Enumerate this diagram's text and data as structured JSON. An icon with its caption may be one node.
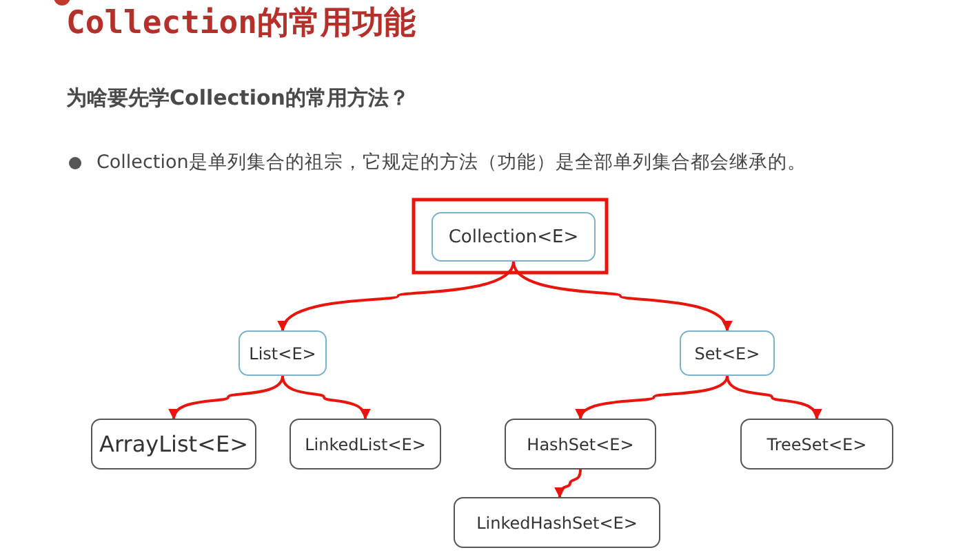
{
  "diagram": {
    "title": "Collection的常用功能",
    "nodes": [
      {
        "text": [
          "Collection<E>"
        ]
      },
      {
        "text": [
          "List<E>"
        ]
      },
      {
        "text": [
          "Set<E>"
        ]
      },
      {
        "text": [
          "ArrayList<E>"
        ]
      },
      {
        "text": [
          "LinkedList<E>"
        ]
      },
      {
        "text": [
          "HashSet<E>"
        ]
      },
      {
        "text": [
          "TreeSet<E>"
        ]
      },
      {
        "text": [
          "LinkedHashSet<E>"
        ]
      }
    ],
    "edges": [
      {
        "from": 0,
        "to": 1,
        "arrow": "to"
      },
      {
        "from": 0,
        "to": 2,
        "arrow": "to"
      },
      {
        "from": 1,
        "to": 3,
        "arrow": "to"
      },
      {
        "from": 1,
        "to": 4,
        "arrow": "to"
      },
      {
        "from": 2,
        "to": 5,
        "arrow": "to"
      },
      {
        "from": 2,
        "to": 6,
        "arrow": "to"
      },
      {
        "from": 5,
        "to": 7,
        "arrow": "to"
      }
    ],
    "labels": [
      "为啥要先学Collection的常用方法？",
      "Collection是单列集合的祖宗，它规定的方法（功能）是全部单列集合都会继承的。"
    ]
  }
}
